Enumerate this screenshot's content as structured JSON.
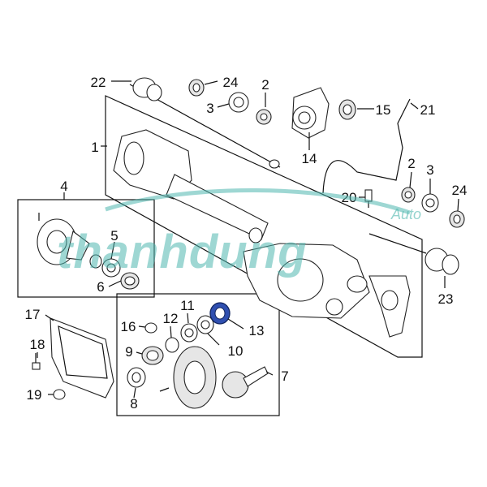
{
  "diagram": {
    "callouts": [
      "1",
      "2",
      "3",
      "4",
      "5",
      "6",
      "7",
      "8",
      "9",
      "10",
      "11",
      "12",
      "13",
      "14",
      "15",
      "16",
      "17",
      "18",
      "19",
      "20",
      "21",
      "22",
      "23",
      "24"
    ],
    "watermark": {
      "brand": "thanhdung",
      "sub": "Auto"
    },
    "colors": {
      "line": "#111111",
      "highlight_seal": "#2f4fb0",
      "watermark": "#4fb7ae"
    }
  }
}
